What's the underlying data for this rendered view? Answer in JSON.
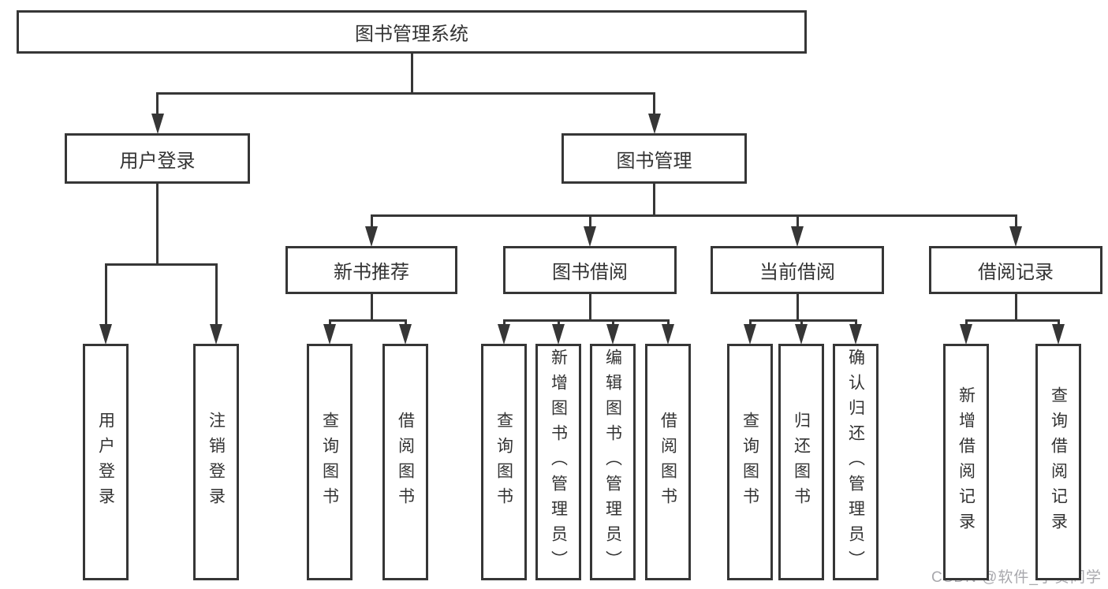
{
  "diagram_title": "图书管理系统",
  "tree": {
    "id": "system",
    "label": "图书管理系统",
    "children": [
      {
        "id": "user-login",
        "label": "用户登录",
        "children": [
          {
            "id": "leaf-user-login",
            "label": "用户登录"
          },
          {
            "id": "leaf-logout",
            "label": "注销登录"
          }
        ]
      },
      {
        "id": "book-management",
        "label": "图书管理",
        "children": [
          {
            "id": "new-book-recommend",
            "label": "新书推荐",
            "children": [
              {
                "id": "nb-query",
                "label": "查询图书"
              },
              {
                "id": "nb-borrow",
                "label": "借阅图书"
              }
            ]
          },
          {
            "id": "book-borrowing",
            "label": "图书借阅",
            "children": [
              {
                "id": "bw-query",
                "label": "查询图书"
              },
              {
                "id": "bw-add-admin",
                "label": "新增图书（管理员）"
              },
              {
                "id": "bw-edit-admin",
                "label": "编辑图书（管理员）"
              },
              {
                "id": "bw-borrow",
                "label": "借阅图书"
              }
            ]
          },
          {
            "id": "current-borrowing",
            "label": "当前借阅",
            "children": [
              {
                "id": "cur-query",
                "label": "查询图书"
              },
              {
                "id": "cur-return",
                "label": "归还图书"
              },
              {
                "id": "cur-confirm-admin",
                "label": "确认归还（管理员）"
              }
            ]
          },
          {
            "id": "borrowing-records",
            "label": "借阅记录",
            "children": [
              {
                "id": "rec-add",
                "label": "新增借阅记录"
              },
              {
                "id": "rec-query",
                "label": "查询借阅记录"
              }
            ]
          }
        ]
      }
    ]
  },
  "watermark": {
    "text": "CSDN @软件_小贺同学"
  },
  "colors": {
    "line": "#363636",
    "text": "#333333",
    "box_background": "#ffffff",
    "watermark": "#a8a8ad",
    "page_background": "#ffffff"
  }
}
